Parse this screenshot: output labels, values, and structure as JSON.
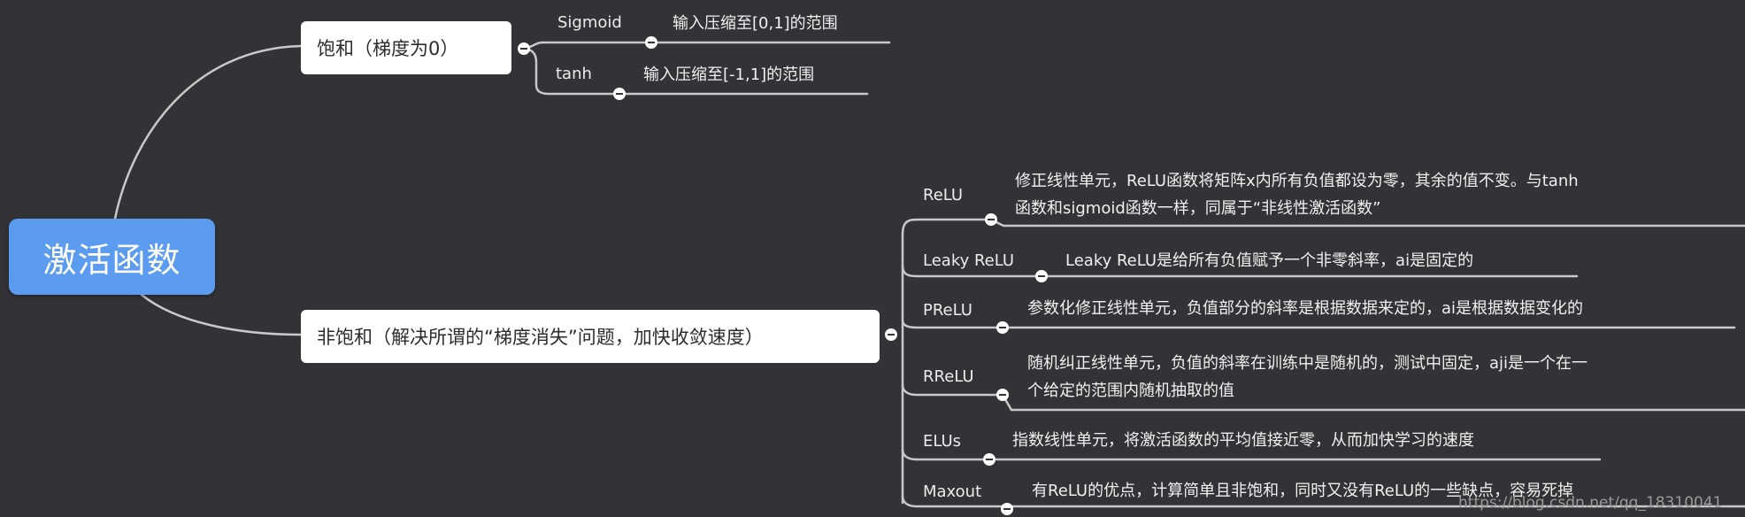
{
  "root": {
    "label": "激活函数"
  },
  "saturated": {
    "label": "饱和（梯度为0）",
    "items": [
      {
        "name": "Sigmoid",
        "desc": "输入压缩至[0,1]的范围"
      },
      {
        "name": "tanh",
        "desc": "输入压缩至[-1,1]的范围"
      }
    ]
  },
  "non_saturated": {
    "label": "非饱和（解决所谓的“梯度消失”问题，加快收敛速度）",
    "items": [
      {
        "name": "ReLU",
        "desc_line1": "修正线性单元，ReLU函数将矩阵x内所有负值都设为零，其余的值不变。与tanh",
        "desc_line2": "函数和sigmoid函数一样，同属于“非线性激活函数”"
      },
      {
        "name": "Leaky ReLU",
        "desc_line1": "Leaky ReLU是给所有负值赋予一个非零斜率，ai是固定的"
      },
      {
        "name": "PReLU",
        "desc_line1": "参数化修正线性单元，负值部分的斜率是根据数据来定的，ai是根据数据变化的"
      },
      {
        "name": "RReLU",
        "desc_line1": "随机纠正线性单元，负值的斜率在训练中是随机的，测试中固定，aji是一个在一",
        "desc_line2": "个给定的范围内随机抽取的值"
      },
      {
        "name": "ELUs",
        "desc_line1": "指数线性单元，将激活函数的平均值接近零，从而加快学习的速度"
      },
      {
        "name": "Maxout",
        "desc_line1": "有ReLU的优点，计算简单且非饱和，同时又没有ReLU的一些缺点，容易死掉"
      }
    ]
  },
  "watermark": "https://blog.csdn.net/qq_18310041",
  "colors": {
    "background": "#333337",
    "root": "#5b9bf0",
    "node": "#ffffff",
    "line": "#c8c8c8"
  }
}
